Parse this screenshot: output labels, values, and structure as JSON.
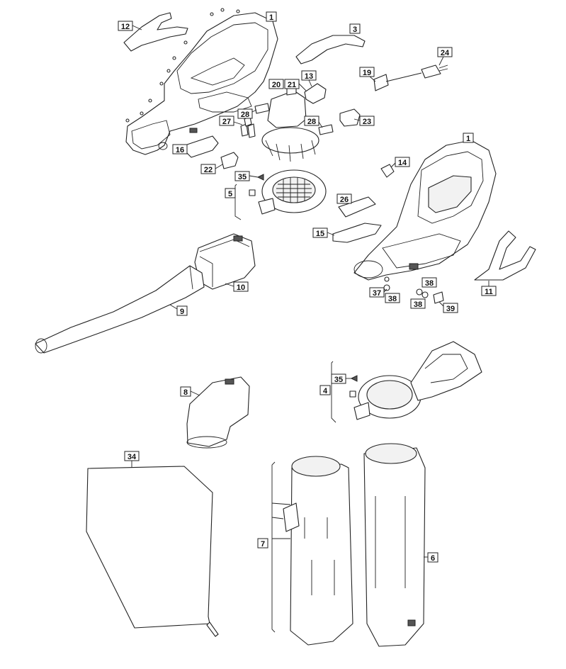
{
  "callouts": {
    "c1a": "1",
    "c1b": "1",
    "c3": "3",
    "c4": "4",
    "c5": "5",
    "c6": "6",
    "c7": "7",
    "c8": "8",
    "c9": "9",
    "c10": "10",
    "c11": "11",
    "c12": "12",
    "c13": "13",
    "c14": "14",
    "c15": "15",
    "c16": "16",
    "c19": "19",
    "c20": "20",
    "c21": "21",
    "c22": "22",
    "c23": "23",
    "c24": "24",
    "c26": "26",
    "c27": "27",
    "c28a": "28",
    "c28b": "28",
    "c34": "34",
    "c35a": "35",
    "c35b": "35",
    "c37": "37",
    "c38a": "38",
    "c38b": "38",
    "c38c": "38",
    "c39": "39"
  }
}
